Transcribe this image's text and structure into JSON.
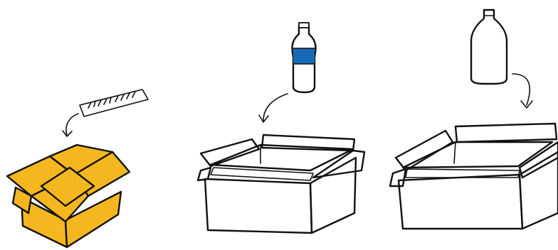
{
  "colors": {
    "ink": "#111111",
    "paper": "#ffffff",
    "cardboard_yellow": "#f5b71f",
    "recycling_blue": "#1769b8",
    "recycling_red": "#f4301c",
    "ticket_fill": "#ffffff"
  },
  "bins": [
    {
      "id": "yellow",
      "color_key": "cardboard_yellow",
      "state": "closed-flaps",
      "item_icon": "ticket-icon"
    },
    {
      "id": "blue",
      "color_key": "recycling_blue",
      "state": "open",
      "item_icon": "plastic-bottle-icon"
    },
    {
      "id": "red",
      "color_key": "recycling_red",
      "state": "open",
      "item_icon": "glass-bottle-icon"
    }
  ]
}
